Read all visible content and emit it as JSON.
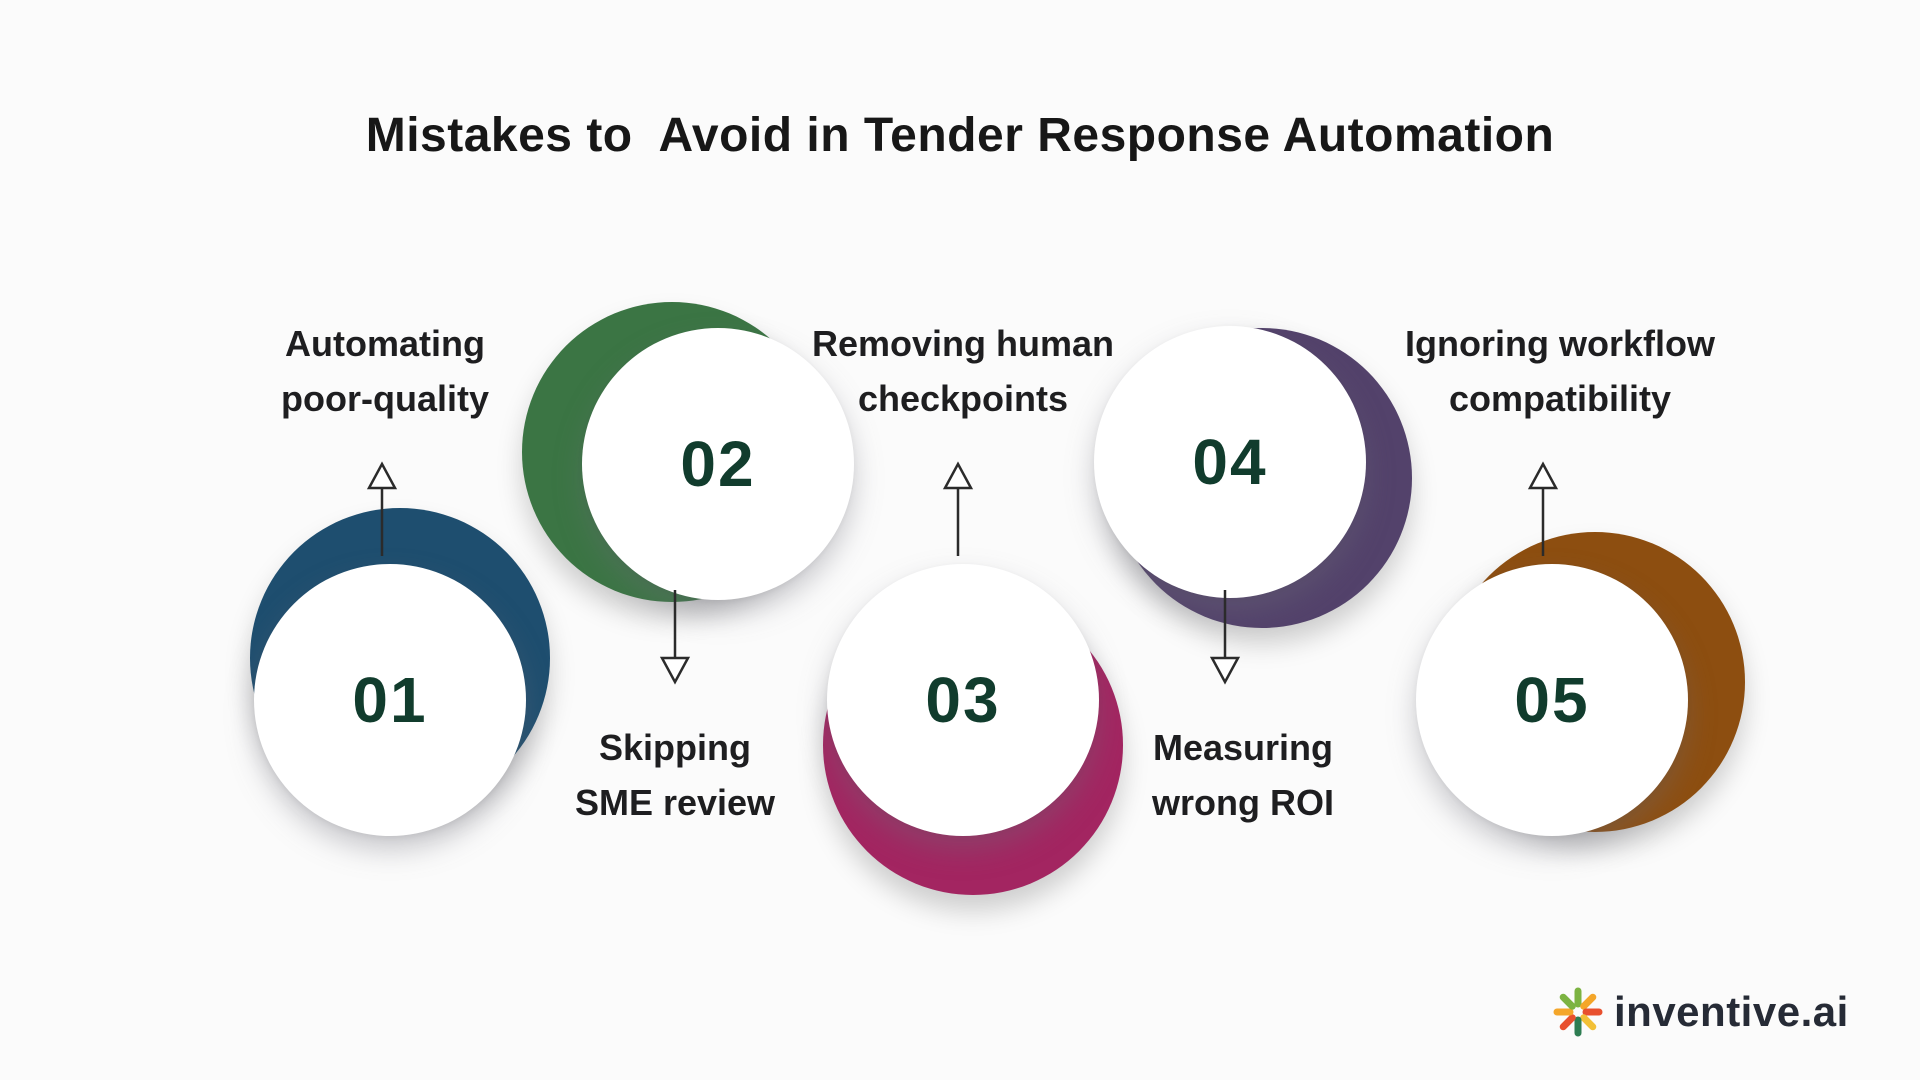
{
  "title": "Mistakes to  Avoid in Tender Response Automation",
  "steps": [
    {
      "number": "01",
      "label_line1": "Automating",
      "label_line2": "poor-quality",
      "color": "#1e4e6f",
      "label_position": "above"
    },
    {
      "number": "02",
      "label_line1": "Skipping",
      "label_line2": "SME review",
      "color": "#3b7544",
      "label_position": "below"
    },
    {
      "number": "03",
      "label_line1": "Removing human",
      "label_line2": "checkpoints",
      "color": "#a32561",
      "label_position": "above"
    },
    {
      "number": "04",
      "label_line1": "Measuring",
      "label_line2": "wrong ROI",
      "color": "#53426b",
      "label_position": "below"
    },
    {
      "number": "05",
      "label_line1": "Ignoring workflow",
      "label_line2": "compatibility",
      "color": "#8d4e10",
      "label_position": "above"
    }
  ],
  "colors": {
    "title": "#171717",
    "label": "#1e1e20",
    "number": "#113c2d",
    "arrow": "#2b2b2b",
    "background": "#fbfbfb",
    "circle_fill": "#ffffff"
  },
  "logo": {
    "name": "inventive",
    "suffix": ".ai",
    "icon_colors": [
      "#7cb342",
      "#f4a62a",
      "#e8502e",
      "#f2c037",
      "#2e7d52",
      "#e8502e",
      "#f4a62a",
      "#7cb342"
    ]
  }
}
